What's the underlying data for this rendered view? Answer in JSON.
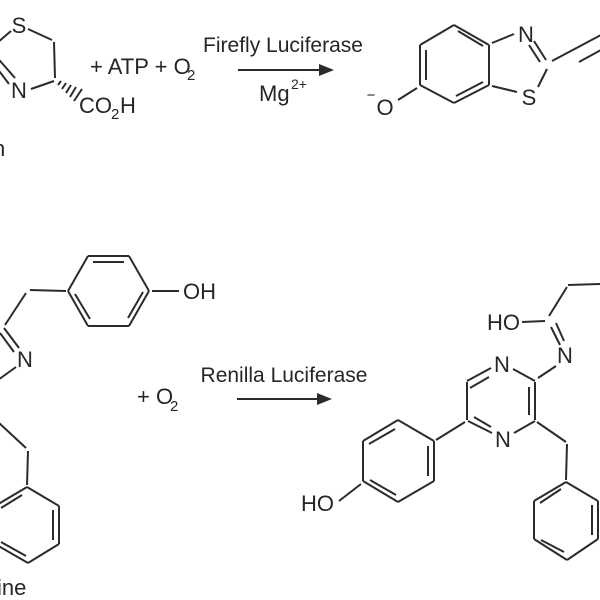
{
  "page": {
    "background": "#ffffff",
    "ink": "#2b2b2b"
  },
  "firefly": {
    "substrate_fragment": "n",
    "reagents": "+ ATP + O",
    "reagents_sub": "2",
    "enzyme": "Firefly Luciferase",
    "cofactor": "Mg",
    "cofactor_sup": "2+",
    "substrate_atoms": {
      "ring_s": "S",
      "ring_n": "N"
    },
    "carboxyl": {
      "co": "CO",
      "sub": "2",
      "h": "H"
    },
    "product_atoms": {
      "bt_n": "N",
      "bt_s": "S",
      "phenolate_charge": "−",
      "phenolate_o": "O"
    }
  },
  "renilla": {
    "substrate_fragment": "ine",
    "reagents": "+ O",
    "reagents_sub": "2",
    "enzyme": "Renilla Luciferase",
    "substrate_atoms": {
      "imine_n": "N",
      "phenol_oh": "OH"
    },
    "product_atoms": {
      "amide_ho": "HO",
      "imine_n": "N",
      "pyrazine_n1": "N",
      "pyrazine_n4": "N",
      "phenol_ho": "HO"
    }
  }
}
